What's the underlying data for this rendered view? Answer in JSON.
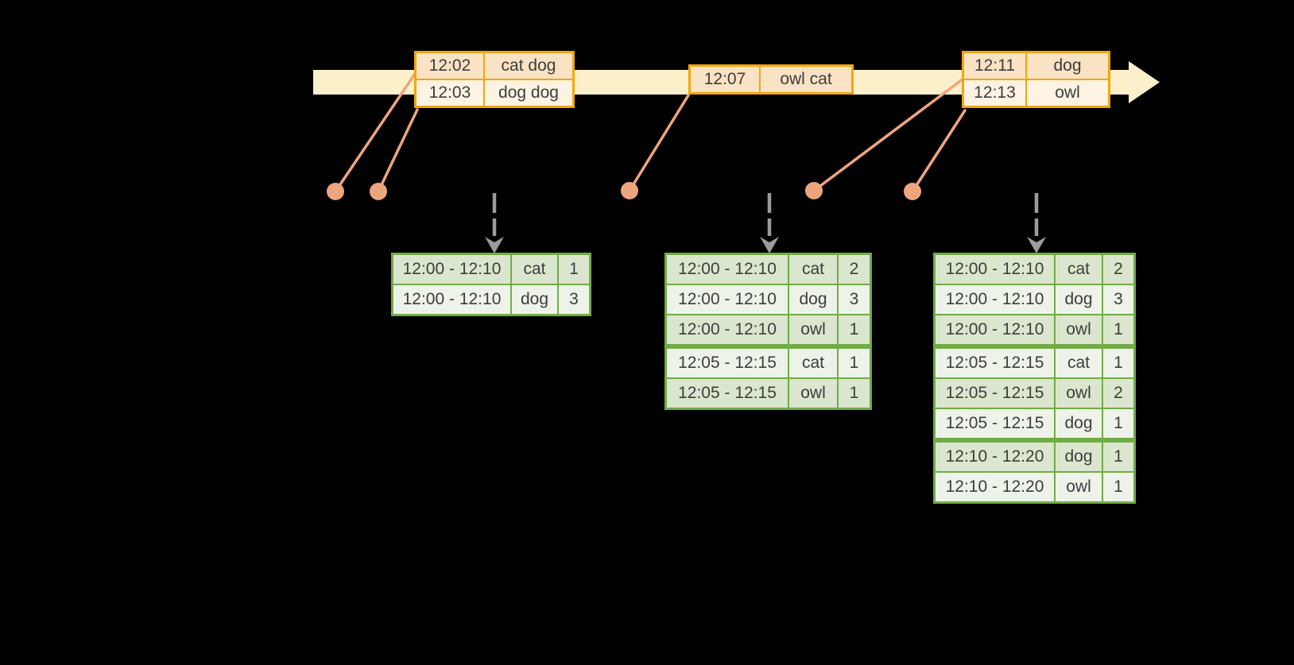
{
  "colors": {
    "background": "#000000",
    "band": "#FBF0C9",
    "event-border": "#F2A60D",
    "event-cell-dark": "#FAE2C4",
    "event-cell-light": "#FCF3E3",
    "marker": "#EDA57E",
    "result-border": "#71AC47",
    "result-cell-dark": "#DAE6CE",
    "result-cell-light": "#EEF3E9",
    "trigger-arrow": "#9C9C9C",
    "text": "#3D3D3D"
  },
  "timeline": {
    "event_tables": [
      {
        "rows": [
          {
            "time": "12:02",
            "words": "cat dog"
          },
          {
            "time": "12:03",
            "words": "dog dog"
          }
        ]
      },
      {
        "rows": [
          {
            "time": "12:07",
            "words": "owl cat"
          }
        ]
      },
      {
        "rows": [
          {
            "time": "12:11",
            "words": "dog"
          },
          {
            "time": "12:13",
            "words": "owl"
          }
        ]
      }
    ]
  },
  "result_tables": [
    {
      "rows": [
        {
          "window": "12:00 - 12:10",
          "word": "cat",
          "count": "1"
        },
        {
          "window": "12:00 - 12:10",
          "word": "dog",
          "count": "3"
        }
      ]
    },
    {
      "rows": [
        {
          "window": "12:00 - 12:10",
          "word": "cat",
          "count": "2"
        },
        {
          "window": "12:00 - 12:10",
          "word": "dog",
          "count": "3"
        },
        {
          "window": "12:00 - 12:10",
          "word": "owl",
          "count": "1"
        },
        {
          "window": "12:05 - 12:15",
          "word": "cat",
          "count": "1"
        },
        {
          "window": "12:05 - 12:15",
          "word": "owl",
          "count": "1"
        }
      ]
    },
    {
      "rows": [
        {
          "window": "12:00 - 12:10",
          "word": "cat",
          "count": "2"
        },
        {
          "window": "12:00 - 12:10",
          "word": "dog",
          "count": "3"
        },
        {
          "window": "12:00 - 12:10",
          "word": "owl",
          "count": "1"
        },
        {
          "window": "12:05 - 12:15",
          "word": "cat",
          "count": "1"
        },
        {
          "window": "12:05 - 12:15",
          "word": "owl",
          "count": "2"
        },
        {
          "window": "12:05 - 12:15",
          "word": "dog",
          "count": "1"
        },
        {
          "window": "12:10 - 12:20",
          "word": "dog",
          "count": "1"
        },
        {
          "window": "12:10 - 12:20",
          "word": "owl",
          "count": "1"
        }
      ]
    }
  ]
}
